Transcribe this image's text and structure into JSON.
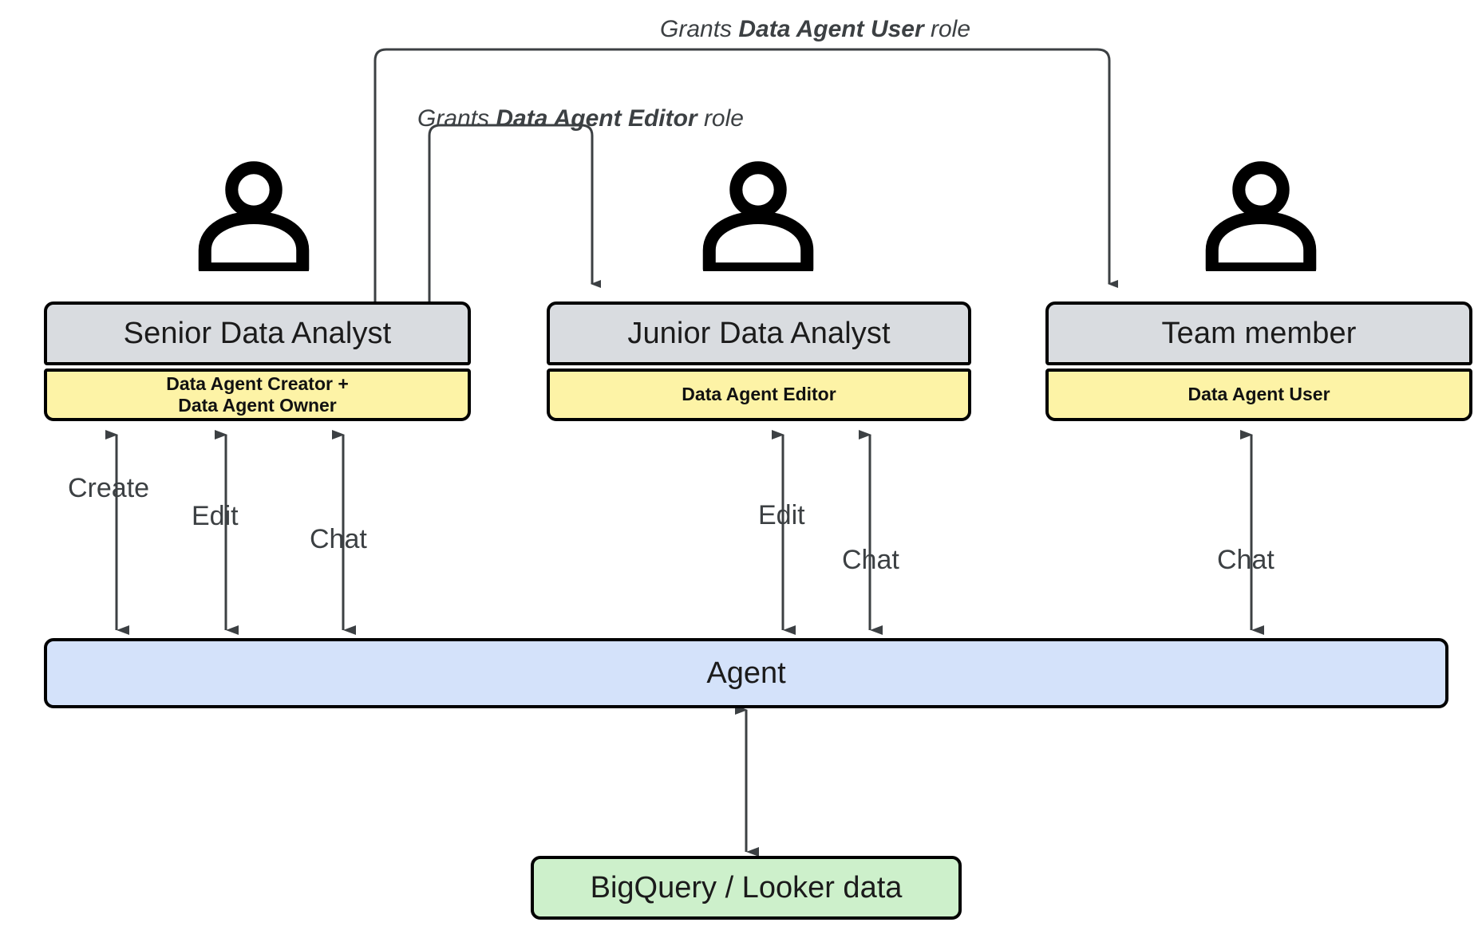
{
  "diagram": {
    "title": "Data Agent roles and permissions diagram",
    "colors": {
      "title_box_fill": "#d9dce0",
      "role_box_fill": "#fdf3a6",
      "agent_box_fill": "#d4e2fa",
      "data_box_fill": "#cdf0cb",
      "border": "#000000",
      "connector": "#3c4043",
      "text": "#1b1b1b"
    }
  },
  "grant_connectors": [
    {
      "id": "grants-user",
      "prefix": "Grants ",
      "role": "Data Agent User",
      "suffix": " role",
      "from": "Senior Data Analyst",
      "to": "Team member"
    },
    {
      "id": "grants-editor",
      "prefix": "Grants ",
      "role": "Data Agent Editor",
      "suffix": " role",
      "from": "Senior Data Analyst",
      "to": "Junior Data Analyst"
    }
  ],
  "personas": [
    {
      "id": "senior-data-analyst",
      "icon": "person-icon",
      "title": "Senior Data Analyst",
      "role_lines": [
        "Data Agent Creator +",
        "Data Agent Owner"
      ],
      "actions": [
        "Create",
        "Edit",
        "Chat"
      ]
    },
    {
      "id": "junior-data-analyst",
      "icon": "person-icon",
      "title": "Junior Data Analyst",
      "role_lines": [
        "Data Agent Editor"
      ],
      "actions": [
        "Edit",
        "Chat"
      ]
    },
    {
      "id": "team-member",
      "icon": "person-icon",
      "title": "Team member",
      "role_lines": [
        "Data Agent User"
      ],
      "actions": [
        "Chat"
      ]
    }
  ],
  "agent": {
    "label": "Agent"
  },
  "data_source": {
    "label": "BigQuery / Looker data"
  },
  "action_labels": {
    "senior_create": "Create",
    "senior_edit": "Edit",
    "senior_chat": "Chat",
    "junior_edit": "Edit",
    "junior_chat": "Chat",
    "team_chat": "Chat"
  }
}
